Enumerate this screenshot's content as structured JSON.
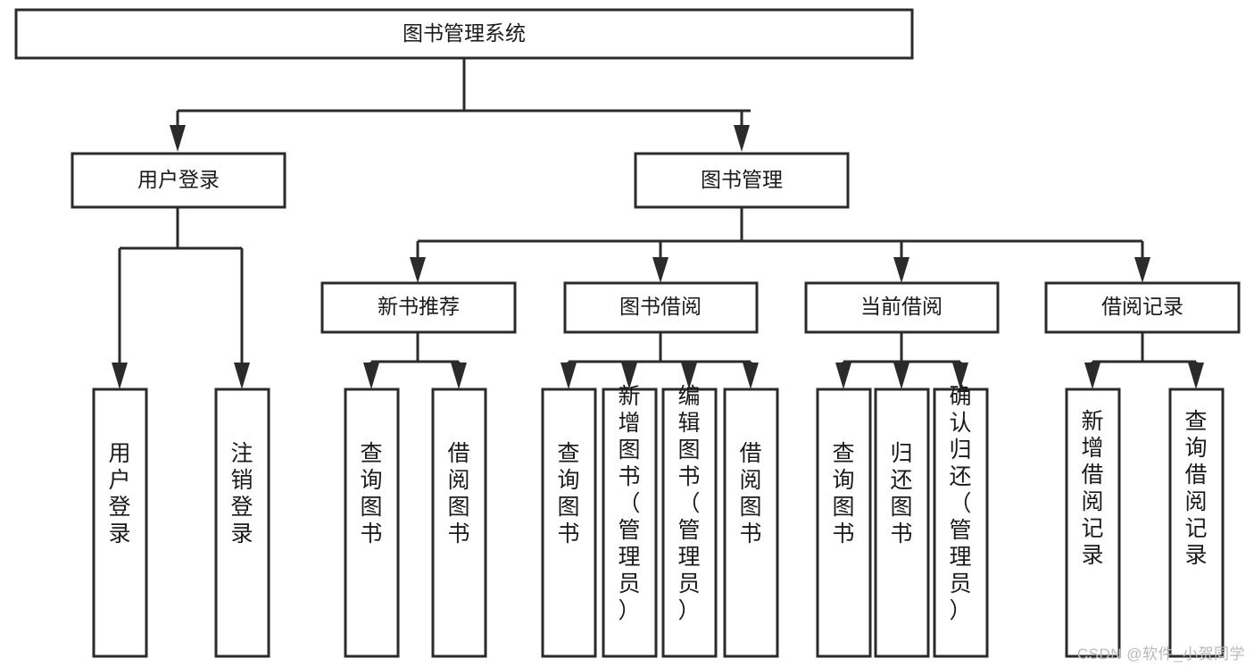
{
  "diagram": {
    "title": "图书管理系统",
    "watermark": "CSDN @软件_小贺同学",
    "stroke_color": "#2b2b2b",
    "fill_color": "#ffffff",
    "text_color": "#1a1a1a",
    "watermark_color": "#b9b9b9",
    "root": {
      "label": "图书管理系统"
    },
    "level2": [
      {
        "label": "用户登录"
      },
      {
        "label": "图书管理"
      }
    ],
    "level3": [
      {
        "label": "新书推荐"
      },
      {
        "label": "图书借阅"
      },
      {
        "label": "当前借阅"
      },
      {
        "label": "借阅记录"
      }
    ],
    "leaves": {
      "user_login": [
        {
          "label": "用户登录"
        },
        {
          "label": "注销登录"
        }
      ],
      "new_book_recommend": [
        {
          "label": "查询图书"
        },
        {
          "label": "借阅图书"
        }
      ],
      "book_borrow": [
        {
          "label": "查询图书"
        },
        {
          "label": "新增图书（管理员）"
        },
        {
          "label": "编辑图书（管理员）"
        },
        {
          "label": "借阅图书"
        }
      ],
      "current_borrow": [
        {
          "label": "查询图书"
        },
        {
          "label": "归还图书"
        },
        {
          "label": "确认归还（管理员）"
        }
      ],
      "borrow_record": [
        {
          "label": "新增借阅记录"
        },
        {
          "label": "查询借阅记录"
        }
      ]
    }
  }
}
